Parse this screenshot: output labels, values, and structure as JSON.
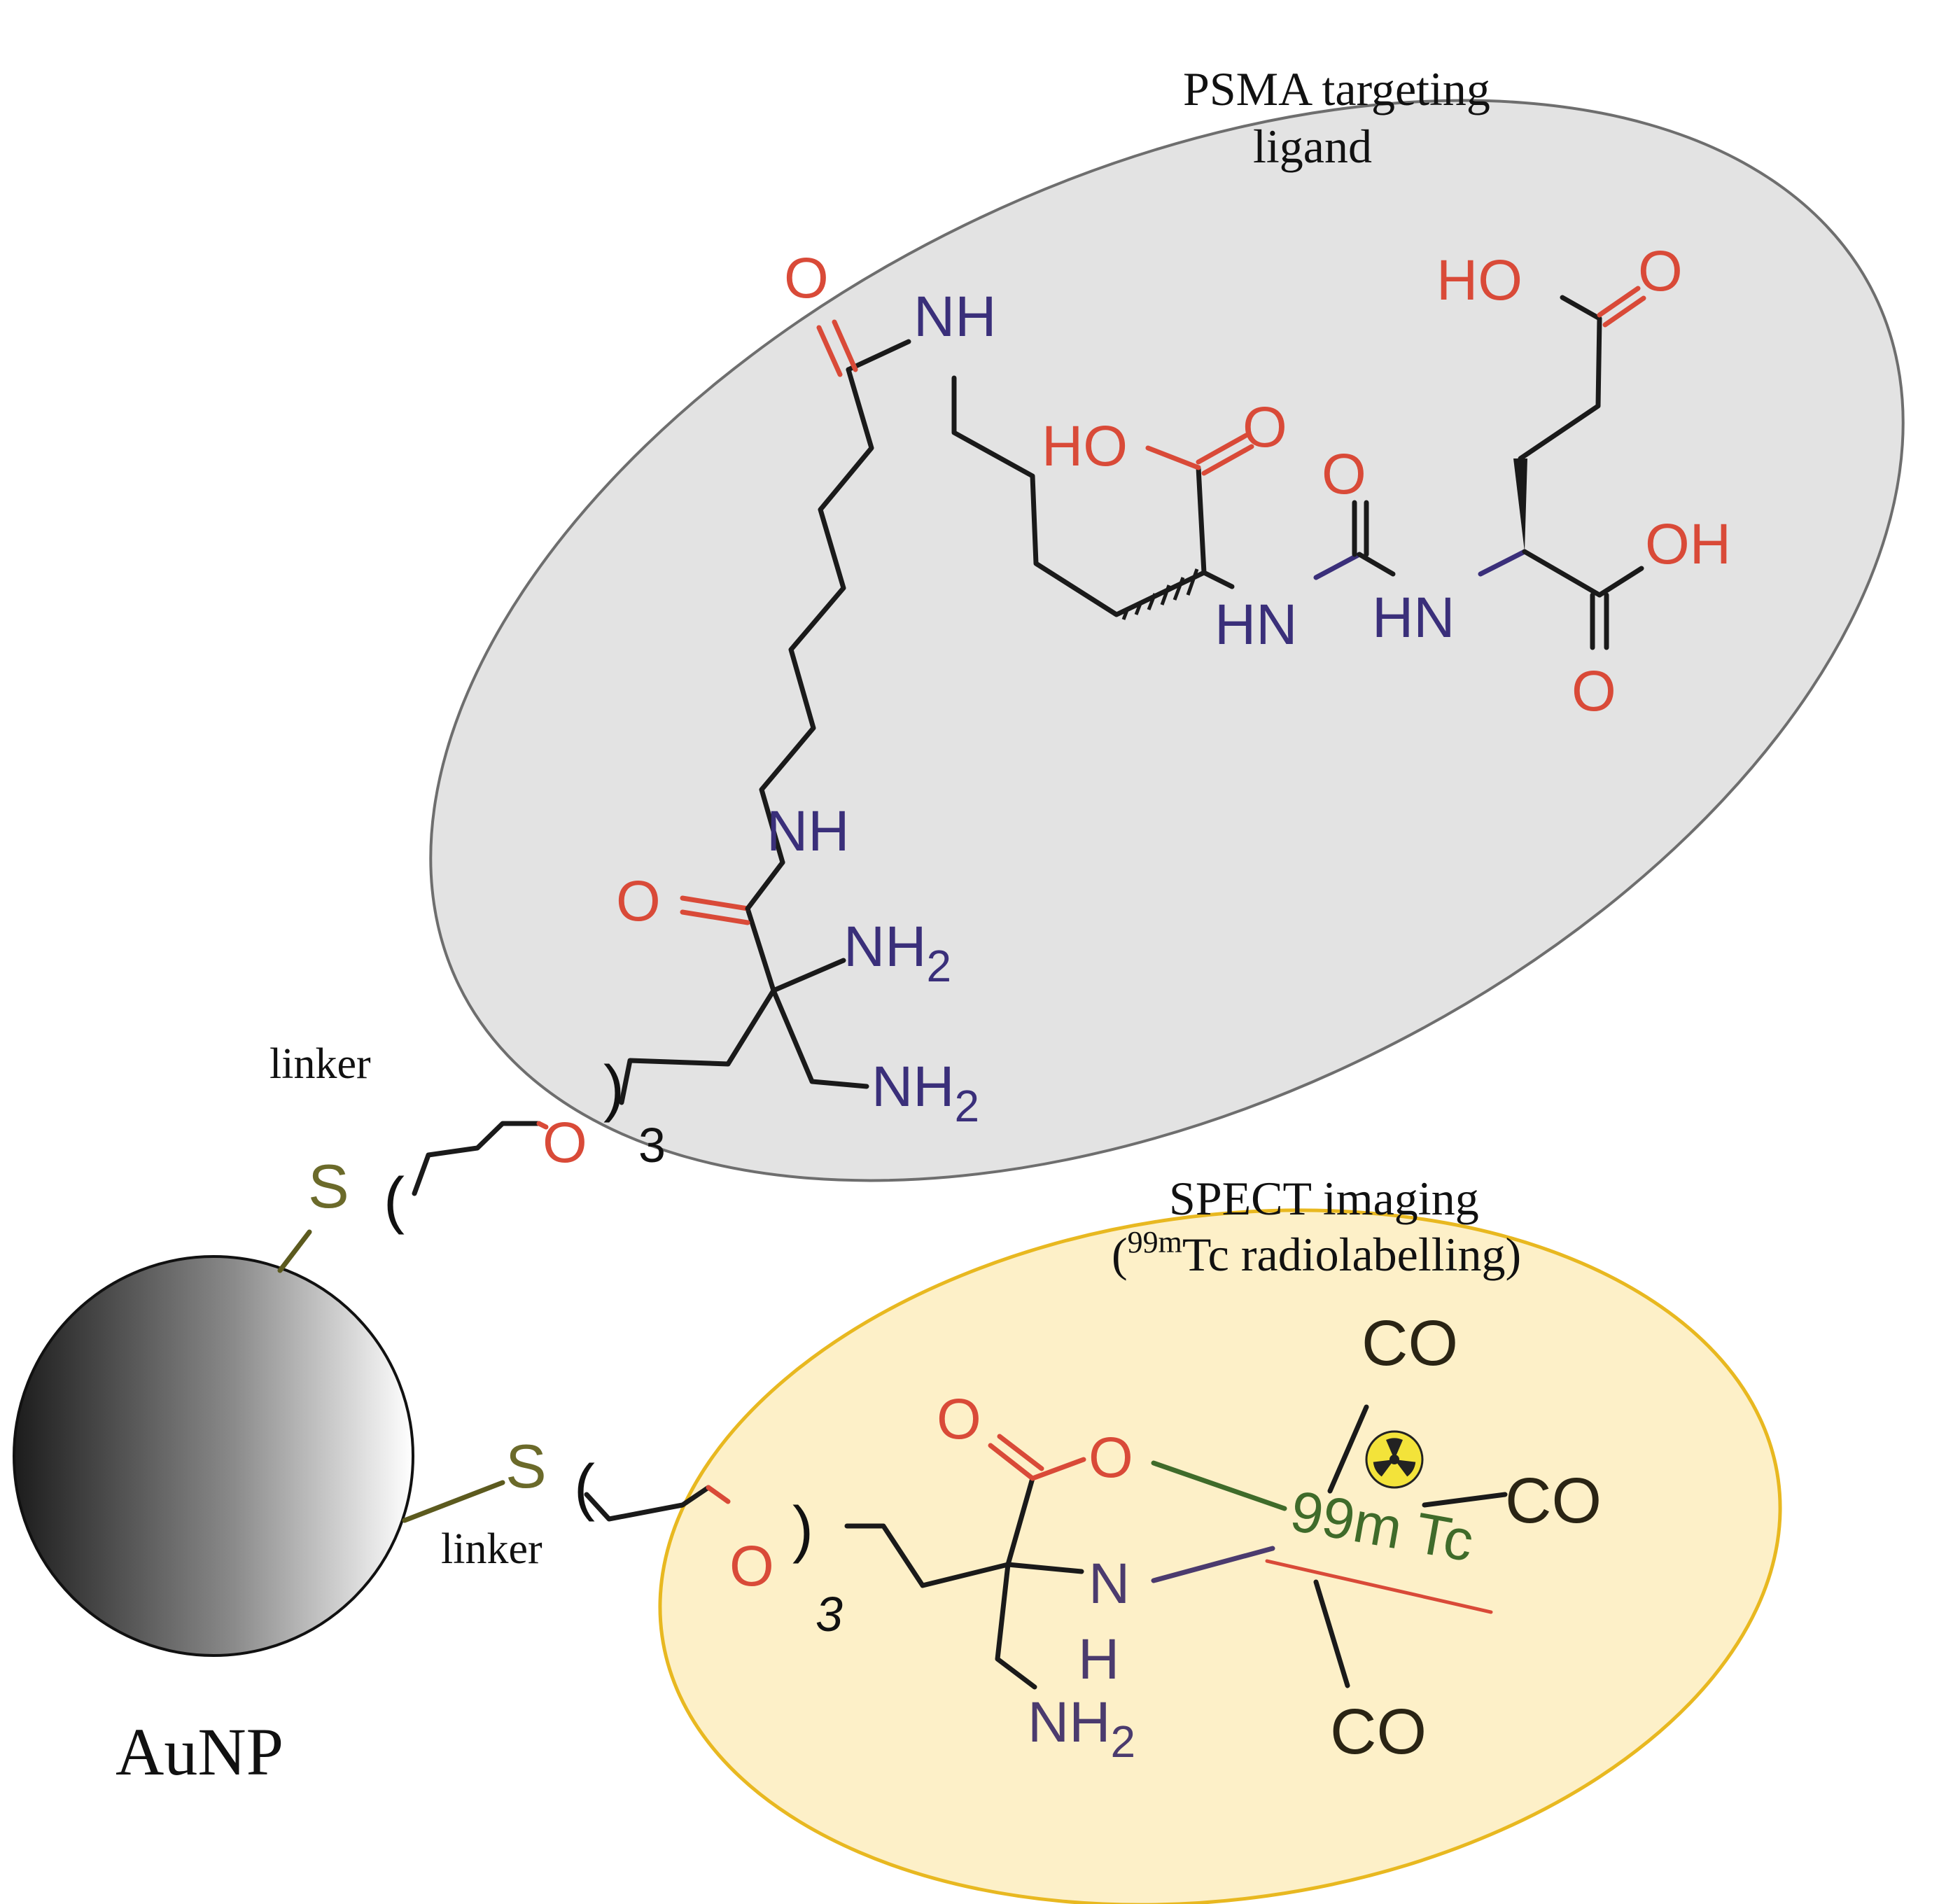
{
  "labels": {
    "psma_line1": "PSMA targeting",
    "psma_line2": "ligand",
    "spect_line1": "SPECT imaging",
    "spect_line2_open": "(",
    "spect_line2_sup": "99m",
    "spect_line2_rest": "Tc radiolabelling)",
    "linker_top": "linker",
    "linker_bottom": "linker",
    "aunp": "AuNP"
  },
  "atoms": {
    "O": "O",
    "NH": "NH",
    "HN": "HN",
    "HO": "HO",
    "OH": "OH",
    "NH2": "NH",
    "sub2": "2",
    "S": "S",
    "N": "N",
    "H": "H",
    "CO": "CO",
    "tc": "99m Tc",
    "paren_open": "(",
    "paren_close": ")",
    "repeat": "3"
  },
  "icons": {
    "radioactive": "radioactive-icon"
  },
  "colors": {
    "psma_fill": "#e3e3e3",
    "spect_fill": "#fdf0c8",
    "spect_stroke": "#e8b820",
    "oxygen": "#d94a38",
    "nitrogen": "#3a2f7a",
    "sulfur": "#6b6a2a",
    "technetium": "#3f6b2a"
  }
}
